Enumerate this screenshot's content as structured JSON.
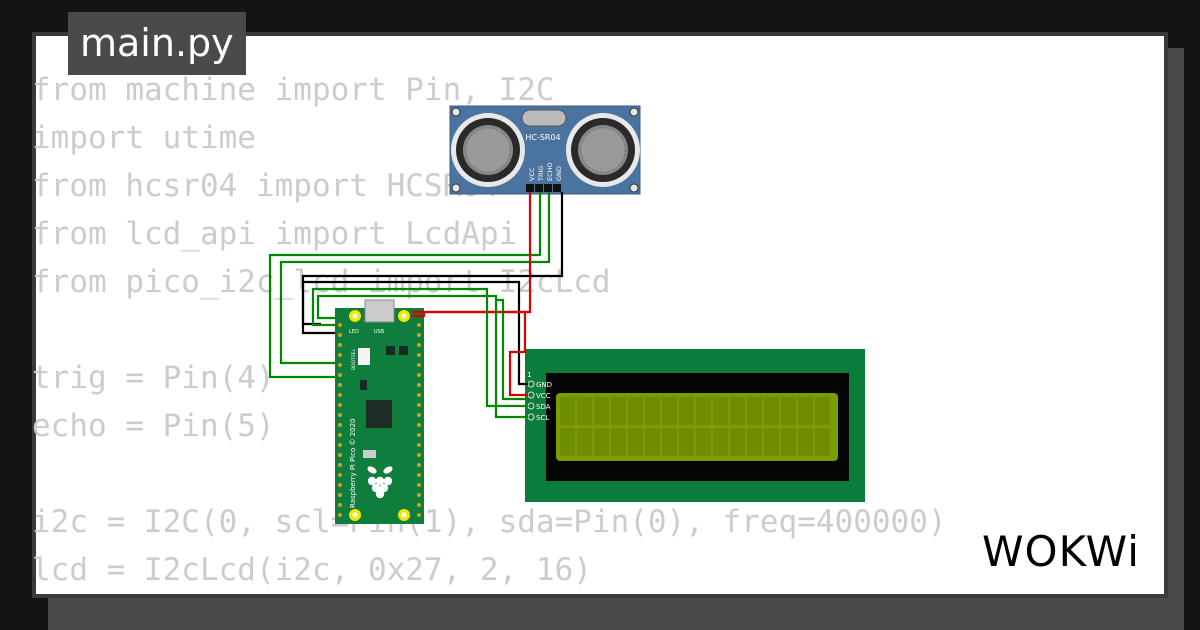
{
  "editor": {
    "filename": "main.py",
    "code_lines": [
      "from machine import Pin, I2C",
      "import utime",
      "from hcsr04 import HCSR04",
      "from lcd_api import LcdApi",
      "from pico_i2c_lcd import I2cLcd",
      "",
      "trig = Pin(4)",
      "echo = Pin(5)",
      "",
      "i2c = I2C(0, scl=Pin(1), sda=Pin(0), freq=400000)",
      "lcd = I2cLcd(i2c, 0x27, 2, 16)"
    ]
  },
  "sensor": {
    "model": "HC-SR04",
    "pins": [
      "VCC",
      "TRIG",
      "ECHO",
      "GND"
    ]
  },
  "pico": {
    "label": "Raspberry Pi Pico © 2020",
    "usb_label": "USB",
    "led_label": "LED",
    "bootsel_label": "BOOTSEL"
  },
  "lcd": {
    "pin_number": "1",
    "pins": [
      "GND",
      "VCC",
      "SDA",
      "SCL"
    ]
  },
  "brand": {
    "logo_text": "WOKWi"
  },
  "colors": {
    "wire_green": "#008800",
    "wire_red": "#dd0000",
    "wire_black": "#000000",
    "pico_green": "#0f7d3c",
    "lcd_board": "#0b7d3a",
    "lcd_screen": "#7c9c00",
    "sensor_blue": "#4b73a0"
  }
}
